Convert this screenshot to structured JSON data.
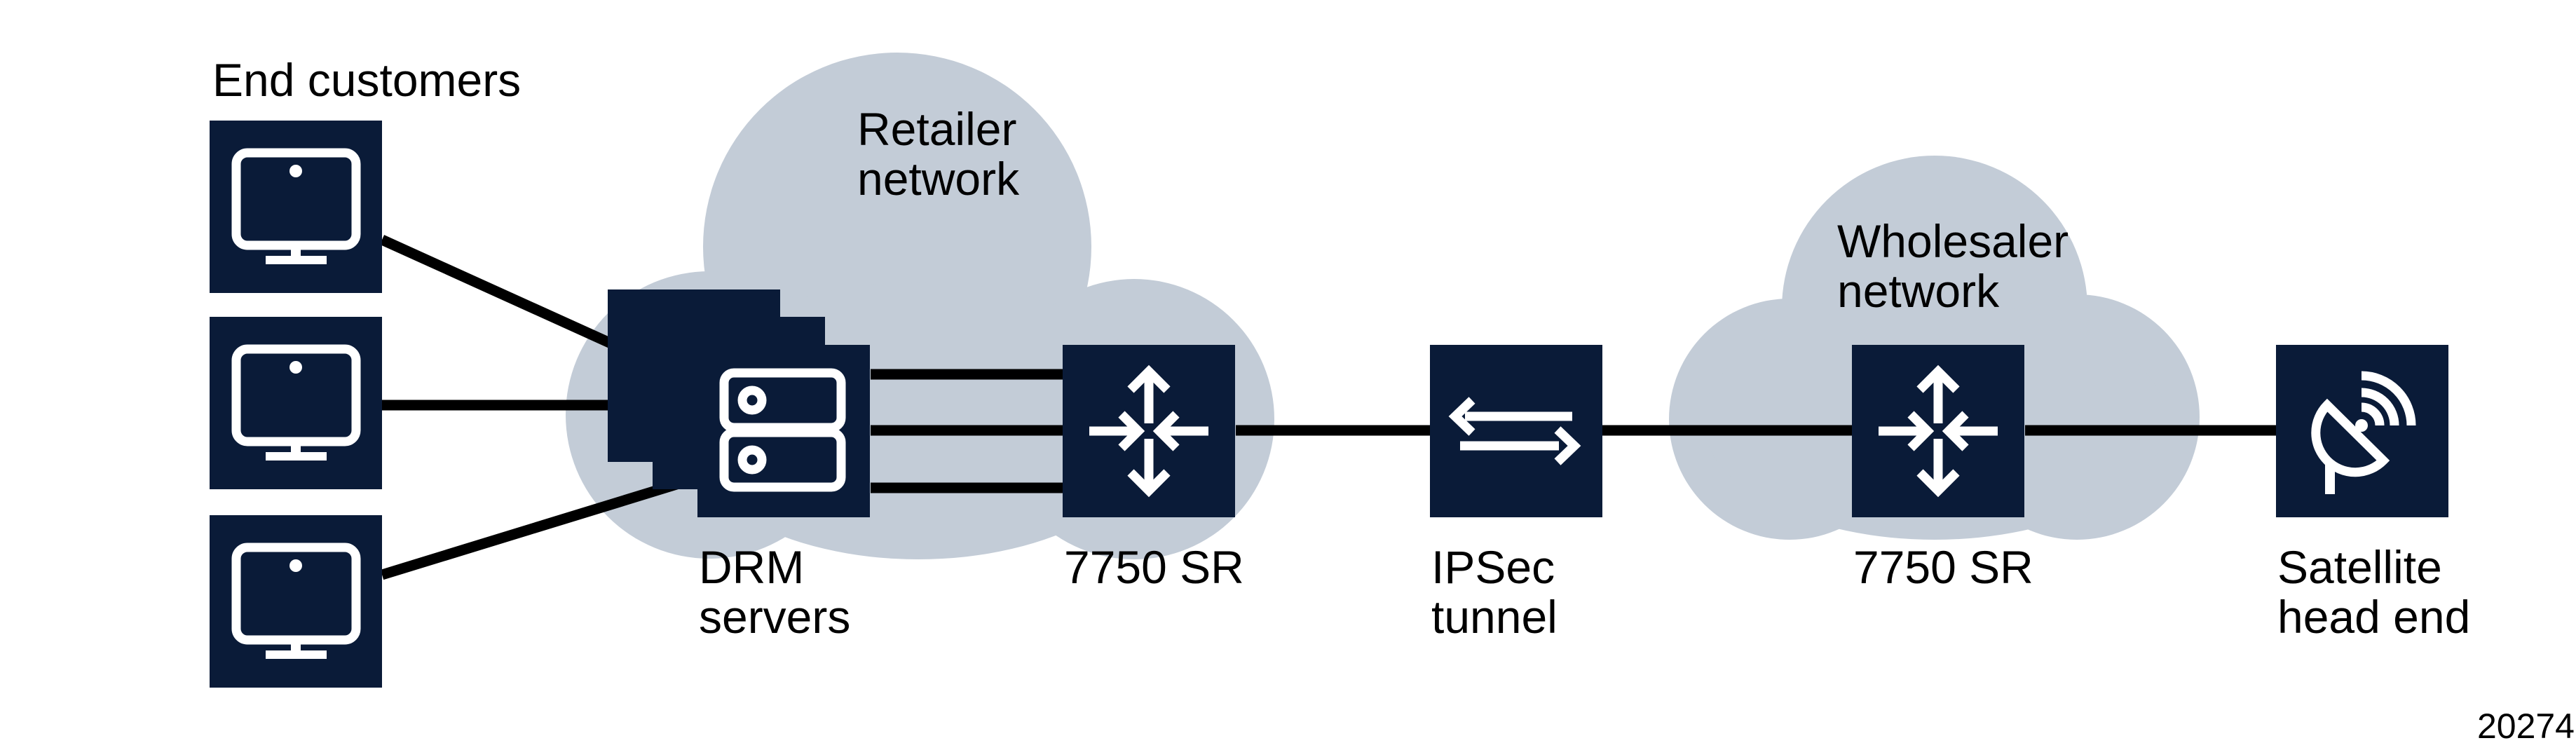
{
  "figure": {
    "id_number": "20274",
    "type": "network-topology-diagram",
    "colors": {
      "node_fill": "#0A1B38",
      "cloud_fill": "#C3CCD7",
      "connector": "#000000",
      "icon_stroke": "#FFFFFF",
      "label_text": "#000000",
      "background": "#FFFFFF"
    },
    "labels": {
      "end_customers": "End customers",
      "drm_servers": [
        "DRM",
        "servers"
      ],
      "retailer_network": [
        "Retailer",
        "network"
      ],
      "router_retailer": "7750 SR",
      "ipsec_tunnel": [
        "IPSec",
        "tunnel"
      ],
      "wholesaler_network": [
        "Wholesaler",
        "network"
      ],
      "router_wholesaler": "7750 SR",
      "satellite_head_end": [
        "Satellite",
        "head end"
      ]
    },
    "icons": {
      "end_customer": "monitor-icon",
      "drm_servers": "server-stack-icon",
      "router": "router-cross-arrows-icon",
      "ipsec": "bidirectional-arrows-icon",
      "satellite": "satellite-dish-icon",
      "network_cloud": "cloud-shape"
    },
    "nodes": [
      {
        "id": "end-customer-1",
        "kind": "end customer workstation"
      },
      {
        "id": "end-customer-2",
        "kind": "end customer workstation"
      },
      {
        "id": "end-customer-3",
        "kind": "end customer workstation"
      },
      {
        "id": "drm-servers",
        "kind": "DRM server stack",
        "network": "Retailer network"
      },
      {
        "id": "router-retailer",
        "kind": "7750 SR router",
        "network": "Retailer network"
      },
      {
        "id": "ipsec-tunnel",
        "kind": "IPSec tunnel"
      },
      {
        "id": "router-wholesaler",
        "kind": "7750 SR router",
        "network": "Wholesaler network"
      },
      {
        "id": "satellite-head-end",
        "kind": "satellite head end"
      }
    ]
  }
}
